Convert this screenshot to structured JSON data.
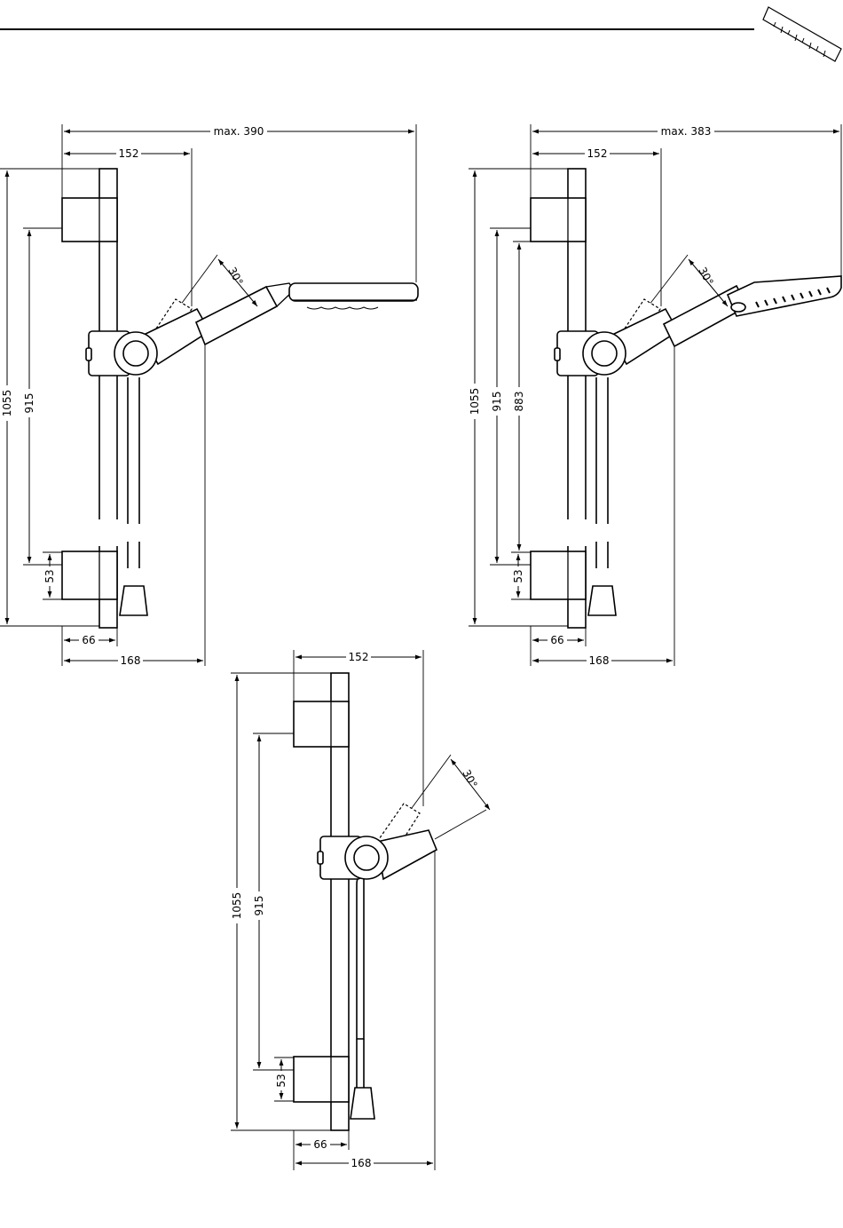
{
  "header_icon": "ruler-icon",
  "drawings": [
    {
      "id": "top-left",
      "labels": {
        "max_width": "max. 390",
        "spacing": "152",
        "height_total": "1055",
        "height_inner": "915",
        "holder": "53",
        "angle": "30°",
        "base_depth": "66",
        "total_depth": "168"
      }
    },
    {
      "id": "top-right",
      "labels": {
        "max_width": "max. 383",
        "spacing": "152",
        "height_total": "1055",
        "height_inner": "915",
        "height_alt": "883",
        "holder": "53",
        "angle": "30°",
        "base_depth": "66",
        "total_depth": "168"
      }
    },
    {
      "id": "bottom",
      "labels": {
        "spacing": "152",
        "height_total": "1055",
        "height_inner": "915",
        "holder": "53",
        "angle": "30°",
        "base_depth": "66",
        "total_depth": "168"
      }
    }
  ]
}
